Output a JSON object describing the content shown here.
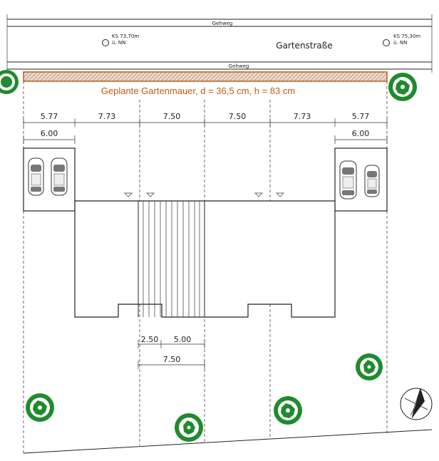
{
  "street": {
    "sidewalk_top": "Gehweg",
    "sidewalk_bottom": "Gehweg",
    "name": "Gartenstraße"
  },
  "levels": [
    {
      "line1": "KS 73,70m",
      "line2": "ü. NN"
    },
    {
      "line1": "KS 75,30m",
      "line2": "ü. NN"
    }
  ],
  "wall": {
    "label": "Geplante Gartenmauer, d = 36,5 cm, h = 83 cm",
    "color": "#c65a11"
  },
  "dimensions": {
    "top_row": [
      "5.77",
      "7.73",
      "7.50",
      "7.50",
      "7.73",
      "5.77"
    ],
    "garage_left": "6.00",
    "garage_right": "6.00",
    "stair_a": "2.50",
    "stair_b": "5.00",
    "stair_total": "7.50"
  },
  "colors": {
    "tree": "#1f8a2e",
    "wall_hatch": "#c65a11"
  }
}
